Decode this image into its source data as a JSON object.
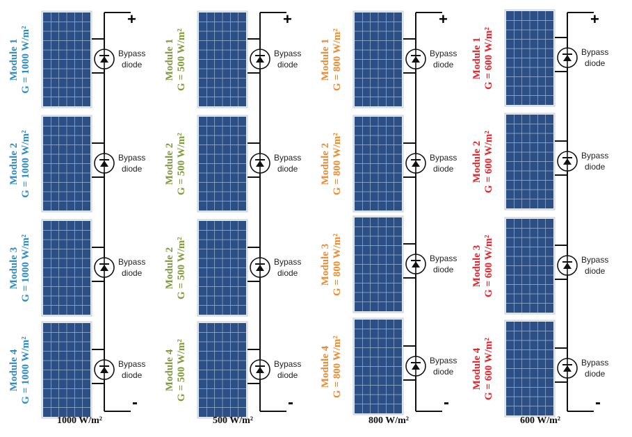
{
  "strings": [
    {
      "title": "1000 W/m²",
      "color": "#2e8bc9",
      "modules": [
        {
          "name": "Module 1",
          "g": "G = 1000 W/m²"
        },
        {
          "name": "Module 2",
          "g": "G = 1000 W/m²"
        },
        {
          "name": "Module 3",
          "g": "G = 1000 W/m²"
        },
        {
          "name": "Module 4",
          "g": "G = 1000 W/m²"
        }
      ]
    },
    {
      "title": "500 W/m²",
      "color": "#7f9b3c",
      "modules": [
        {
          "name": "Module 1",
          "g": "G = 500 W/m²"
        },
        {
          "name": "Module 2",
          "g": "G = 500 W/m²"
        },
        {
          "name": "Module 2",
          "g": "G = 500 W/m²"
        },
        {
          "name": "Module 4",
          "g": "G = 500 W/m²"
        }
      ]
    },
    {
      "title": "800 W/m²",
      "color": "#ef8a2f",
      "modules": [
        {
          "name": "Module 1",
          "g": "G = 800 W/m²"
        },
        {
          "name": "Module 2",
          "g": "G = 800 W/m²"
        },
        {
          "name": "Module 3",
          "g": "G = 800 W/m²"
        },
        {
          "name": "Module 4",
          "g": "G = 800 W/m²"
        }
      ]
    },
    {
      "title": "600 W/m²",
      "color": "#e8222a",
      "modules": [
        {
          "name": "Module 1",
          "g": "G = 600 W/m²"
        },
        {
          "name": "Module 2",
          "g": "G = 600 W/m²"
        },
        {
          "name": "Module 3",
          "g": "G = 600 W/m²"
        },
        {
          "name": "Module 4",
          "g": "G = 600 W/m²"
        }
      ]
    }
  ],
  "bypass_label": "Bypass\ndiode",
  "plus_sign": "+",
  "minus_sign": "-",
  "panel_color": "#2c4f86",
  "wire_color": "#111111",
  "icons": {
    "panel": "solar-panel-icon",
    "diode": "bypass-diode-icon"
  }
}
